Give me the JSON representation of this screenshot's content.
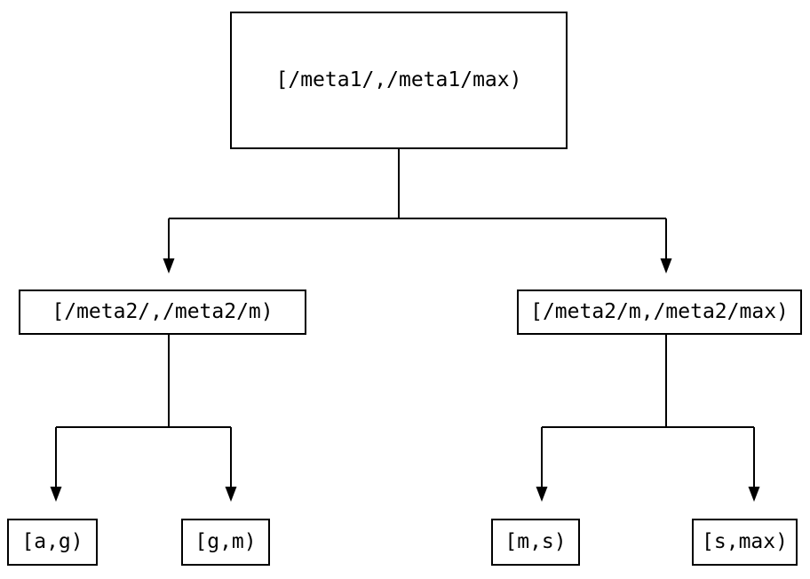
{
  "diagram": {
    "type": "tree",
    "nodes": {
      "root": {
        "label": "[/meta1/,/meta1/max)"
      },
      "left": {
        "label": "[/meta2/,/meta2/m)"
      },
      "right": {
        "label": "[/meta2/m,/meta2/max)"
      },
      "leaf_ag": {
        "label": "[a,g)"
      },
      "leaf_gm": {
        "label": "[g,m)"
      },
      "leaf_ms": {
        "label": "[m,s)"
      },
      "leaf_smax": {
        "label": "[s,max)"
      }
    },
    "edges": [
      {
        "from": "root",
        "to": "left"
      },
      {
        "from": "root",
        "to": "right"
      },
      {
        "from": "left",
        "to": "leaf_ag"
      },
      {
        "from": "left",
        "to": "leaf_gm"
      },
      {
        "from": "right",
        "to": "leaf_ms"
      },
      {
        "from": "right",
        "to": "leaf_smax"
      }
    ],
    "colors": {
      "line": "#000000",
      "arrowhead": "#000000",
      "box_border": "#000000",
      "text": "#000000",
      "background": "#ffffff"
    }
  }
}
